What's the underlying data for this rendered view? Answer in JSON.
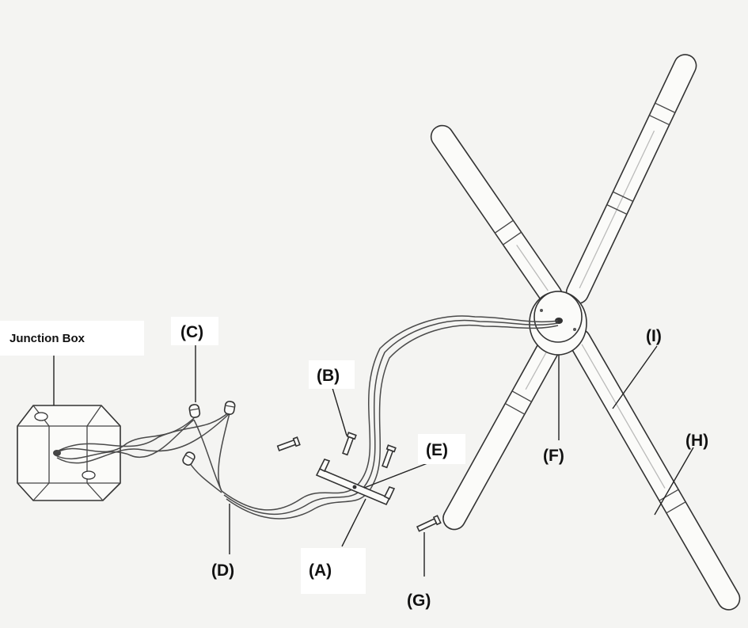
{
  "labels": {
    "junction_box": "Junction Box",
    "a": "(A)",
    "b": "(B)",
    "c": "(C)",
    "d": "(D)",
    "e": "(E)",
    "f": "(F)",
    "g": "(G)",
    "h": "(H)",
    "i": "(I)"
  },
  "colors": {
    "background": "#f4f4f2",
    "line": "#333333",
    "label_box": "#ffffff"
  }
}
